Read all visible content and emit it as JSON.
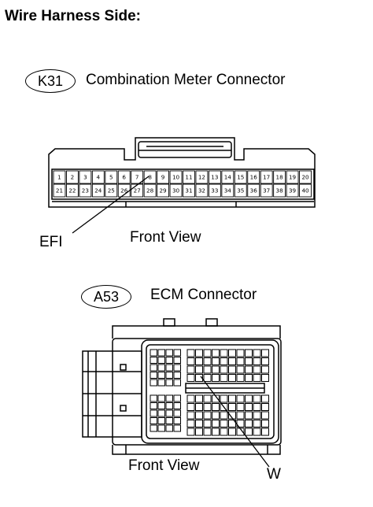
{
  "title": "Wire Harness Side:",
  "connectors": [
    {
      "code": "K31",
      "name": "Combination Meter Connector",
      "view_label": "Front View",
      "pin_callout": "EFI",
      "callout_pin": 8,
      "pins_row1": [
        "1",
        "2",
        "3",
        "4",
        "5",
        "6",
        "7",
        "8",
        "9",
        "10",
        "11",
        "12",
        "13",
        "14",
        "15",
        "16",
        "17",
        "18",
        "19",
        "20"
      ],
      "pins_row2": [
        "21",
        "22",
        "23",
        "24",
        "25",
        "26",
        "27",
        "28",
        "29",
        "30",
        "31",
        "32",
        "33",
        "34",
        "35",
        "36",
        "37",
        "38",
        "39",
        "40"
      ]
    },
    {
      "code": "A53",
      "name": "ECM Connector",
      "view_label": "Front View",
      "pin_callout": "W"
    }
  ]
}
